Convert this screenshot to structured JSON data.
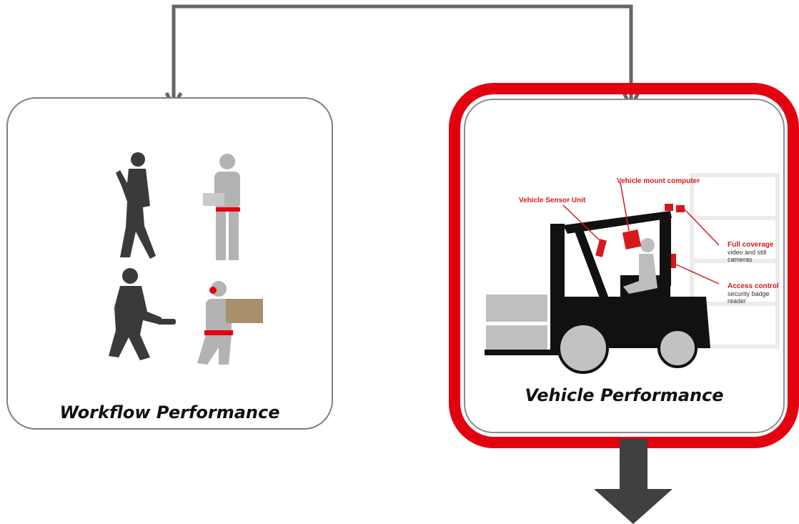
{
  "diagram": {
    "left_card": {
      "title": "Workflow Performance",
      "icon": "worker-silhouettes"
    },
    "right_card": {
      "title": "Vehicle Performance",
      "icon": "forklift-with-sensors",
      "highlight_color": "#e3000f",
      "labels": {
        "sensor_unit": "Vehicle Sensor Unit",
        "mount_computer": "Vehicle mount computer",
        "full_coverage_title": "Full coverage",
        "full_coverage_line1": "video and still",
        "full_coverage_line2": "cameras",
        "access_control_title": "Access control",
        "access_control_line1": "security badge",
        "access_control_line2": "reader"
      }
    },
    "connector_color": "#666666",
    "down_arrow_color": "#404040"
  }
}
